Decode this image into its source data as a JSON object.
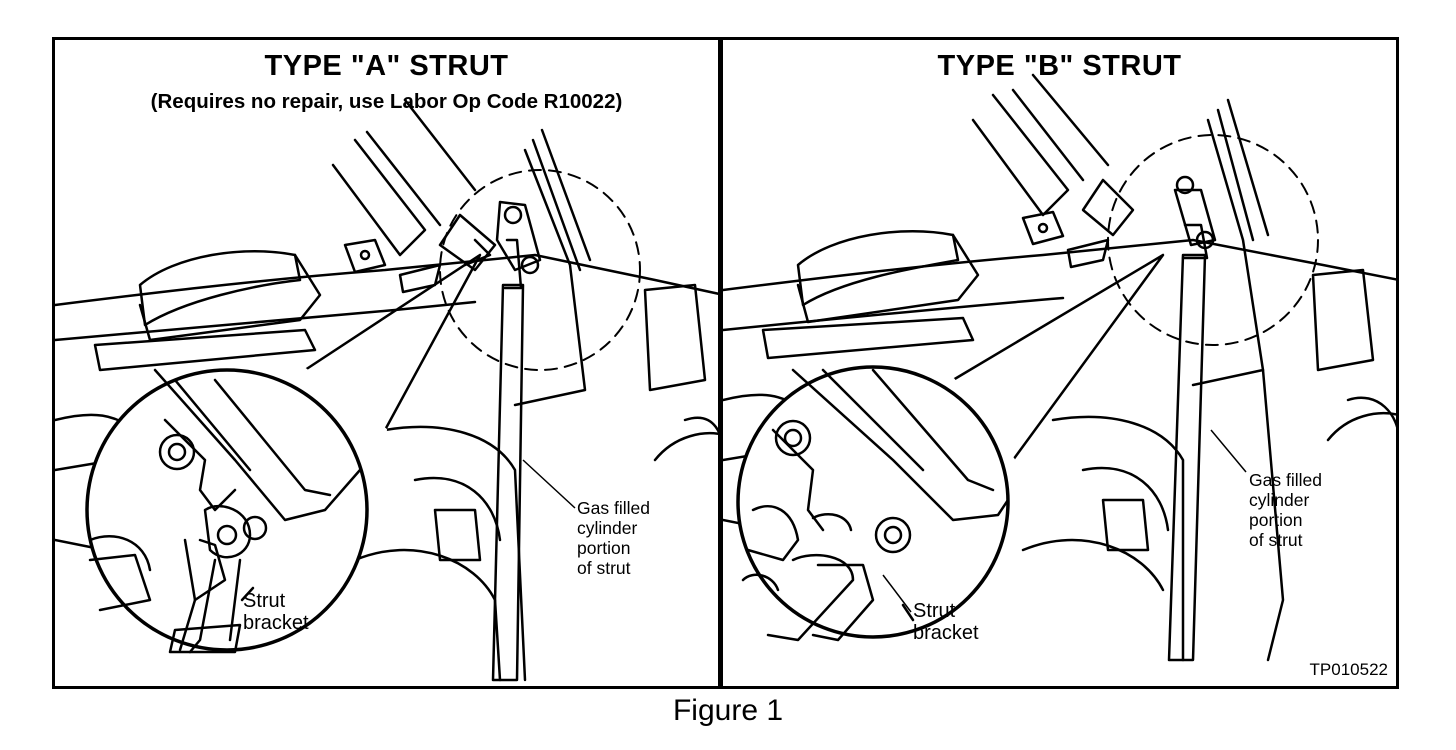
{
  "panel_a": {
    "title": "TYPE \"A\" STRUT",
    "subtitle": "(Requires no repair, use Labor Op Code R10022)",
    "label_bracket_line1": "Strut",
    "label_bracket_line2": "bracket",
    "label_cylinder": [
      "Gas filled",
      "cylinder",
      "portion",
      "of strut"
    ]
  },
  "panel_b": {
    "title": "TYPE \"B\" STRUT",
    "label_bracket_line1": "Strut",
    "label_bracket_line2": "bracket",
    "label_cylinder": [
      "Gas filled",
      "cylinder",
      "portion",
      "of strut"
    ],
    "code": "TP010522"
  },
  "caption": "Figure 1"
}
